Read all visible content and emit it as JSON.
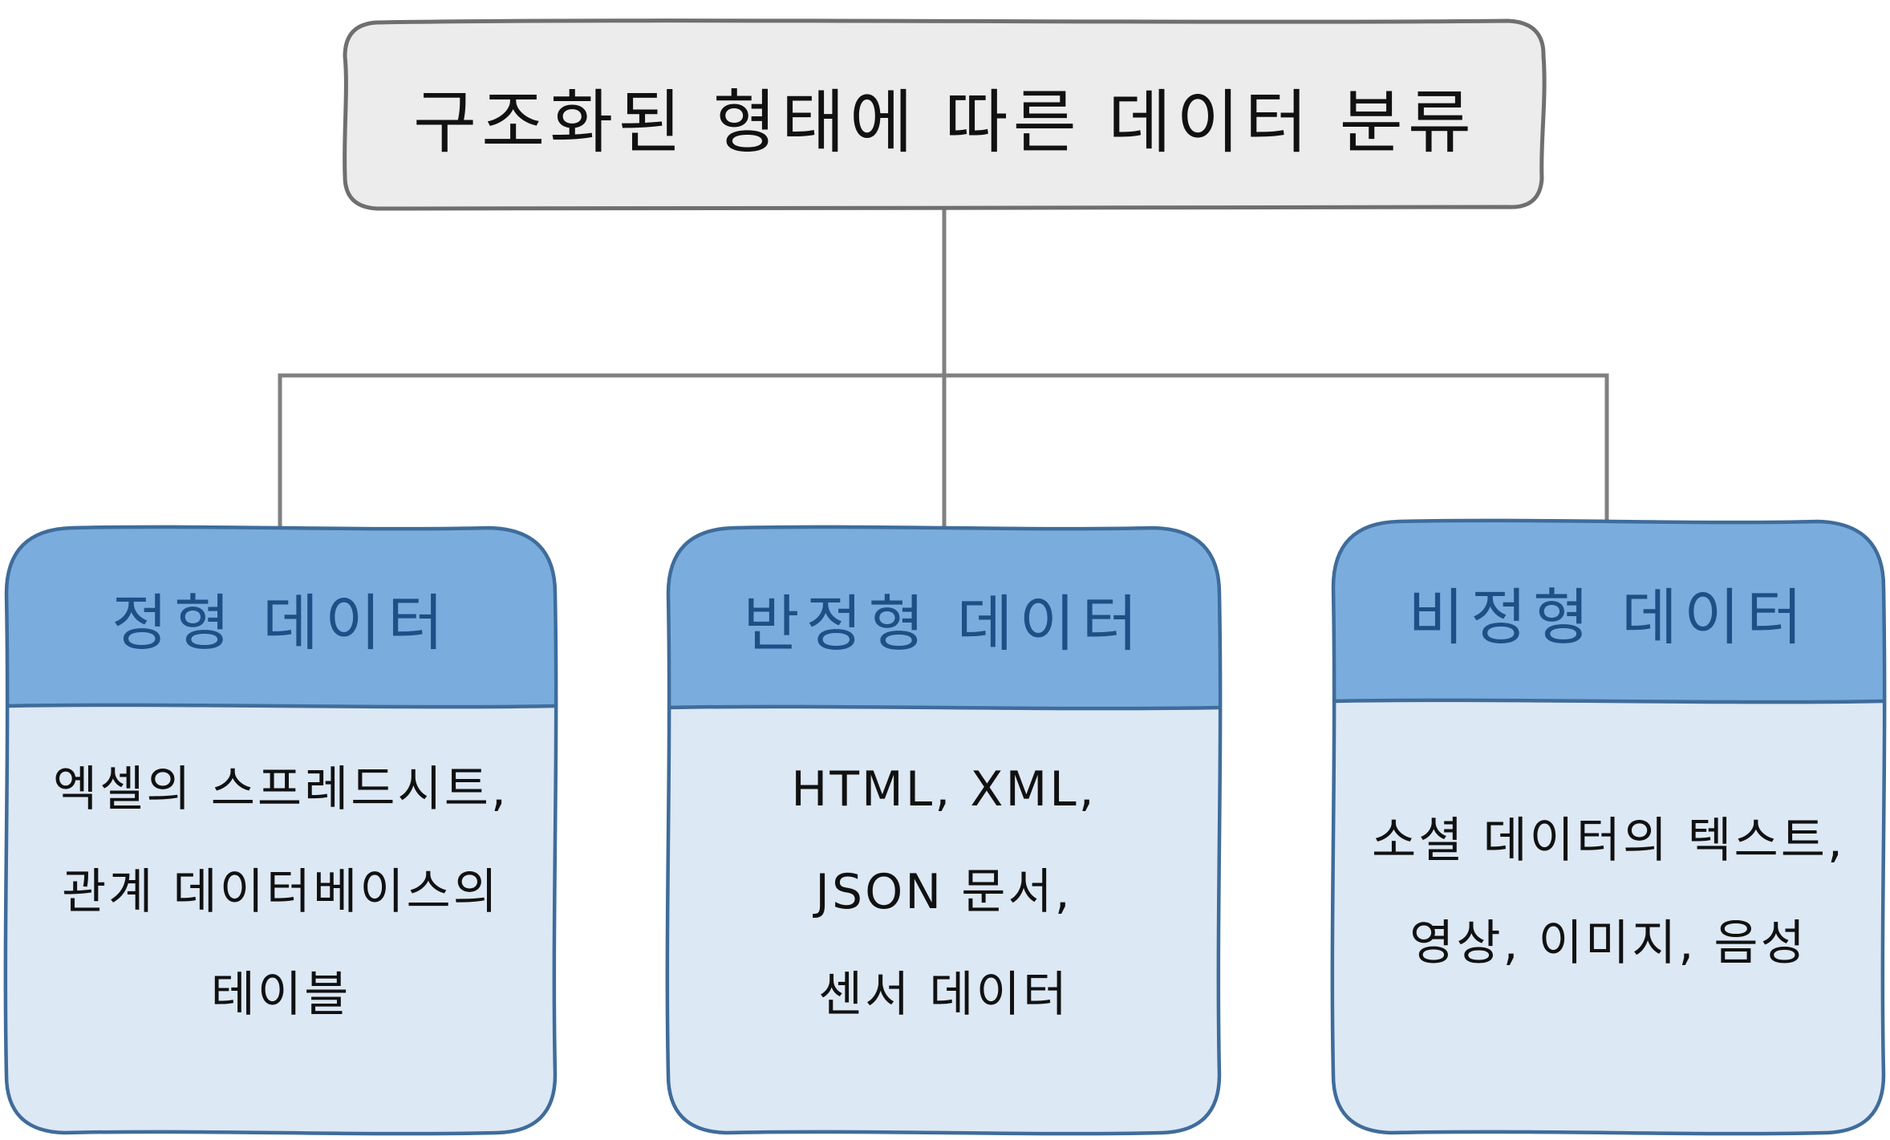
{
  "root": {
    "title": "구조화된 형태에 따른 데이터 분류"
  },
  "categories": [
    {
      "header": "정형 데이터",
      "lines": [
        "엑셀의 스프레드시트,",
        "관계 데이터베이스의",
        "테이블"
      ]
    },
    {
      "header": "반정형 데이터",
      "lines": [
        "HTML, XML,",
        "JSON 문서,",
        "센서 데이터"
      ]
    },
    {
      "header": "비정형 데이터",
      "lines": [
        "소셜 데이터의 텍스트,",
        "영상, 이미지, 음성"
      ]
    }
  ],
  "colors": {
    "root_fill": "#ececec",
    "root_stroke": "#6f6f6f",
    "header_fill": "#7aaddd",
    "body_fill": "#dde8f5",
    "card_stroke": "#3f6c9b",
    "connector": "#808080",
    "header_text": "#1f4f86",
    "body_text": "#111111"
  }
}
